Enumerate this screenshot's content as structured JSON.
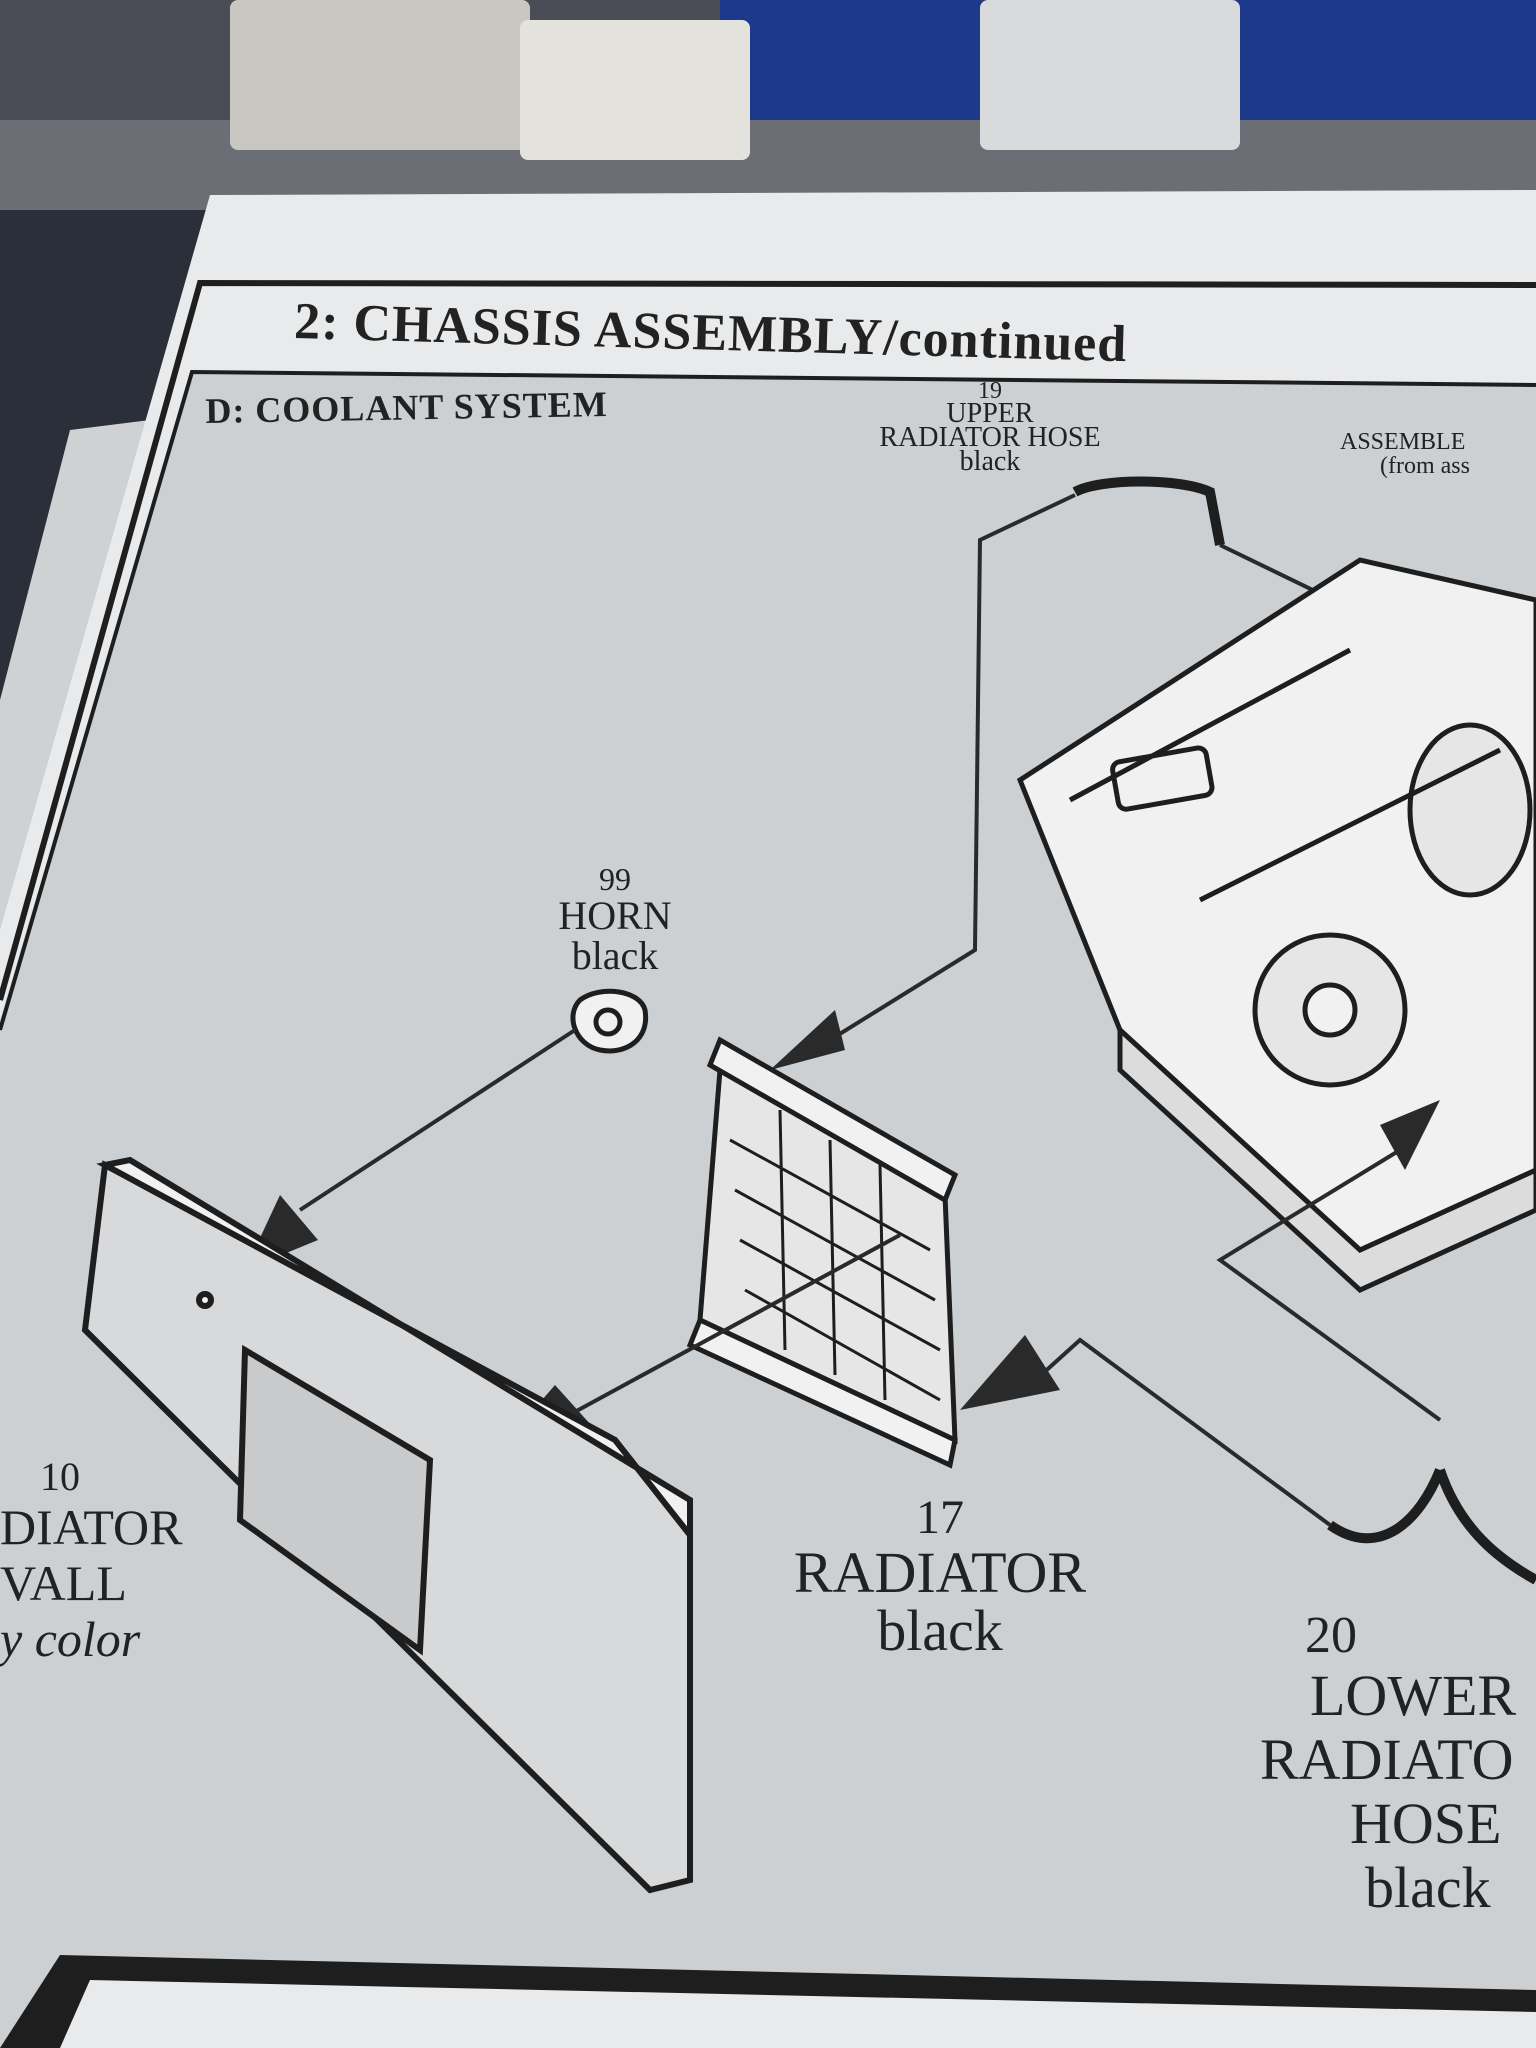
{
  "header": {
    "title": "2: CHASSIS ASSEMBLY/continued"
  },
  "section": {
    "title": "D: COOLANT SYSTEM"
  },
  "callouts": {
    "upper_hose": {
      "number": "19",
      "line1": "UPPER",
      "line2": "RADIATOR HOSE",
      "color": "black"
    },
    "assemble": {
      "line1": "ASSEMBLE",
      "line2": "(from ass"
    },
    "horn": {
      "number": "99",
      "name": "HORN",
      "color": "black"
    },
    "radiator": {
      "number": "17",
      "name": "RADIATOR",
      "color": "black"
    },
    "radiator_wall": {
      "number": "10",
      "line1": "DIATOR",
      "line2": "VALL",
      "line3": "y color"
    },
    "lower_hose": {
      "number": "20",
      "line1": "LOWER",
      "line2": "RADIATO",
      "line3": "HOSE",
      "color": "black"
    }
  },
  "colors": {
    "paper": "#d2d4d6",
    "ink": "#1e1e1e",
    "background_blue": "#1d3a8a"
  }
}
